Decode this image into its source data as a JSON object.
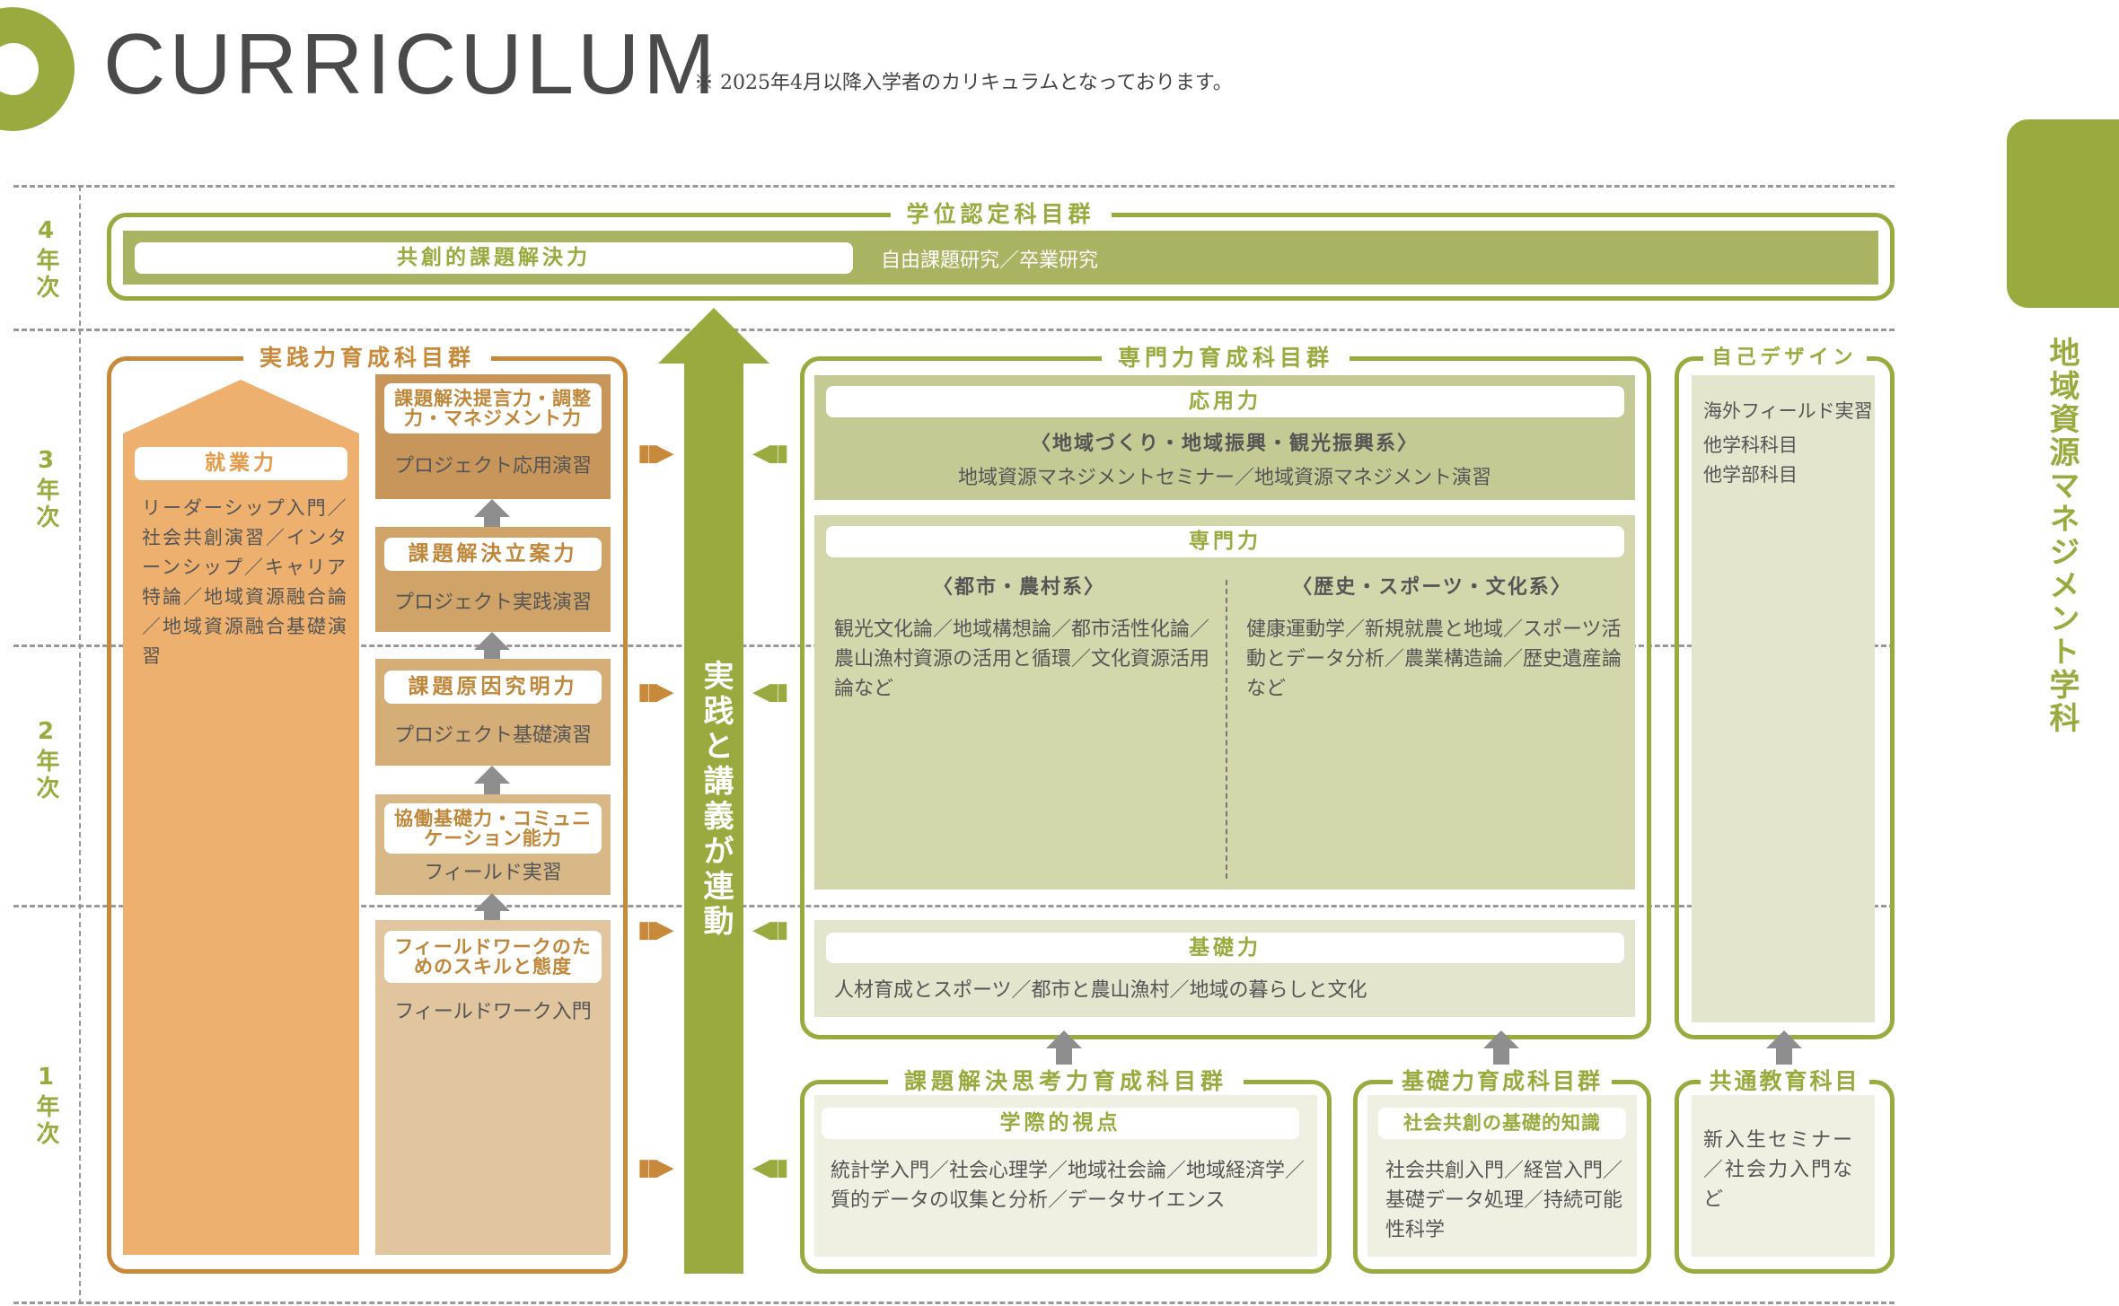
{
  "header": {
    "title": "CURRICULUM",
    "note": "※ 2025年4月以降入学者のカリキュラムとなっております。"
  },
  "department": "地域資源マネジメント学科",
  "years": [
    "4年次",
    "3年次",
    "2年次",
    "1年次"
  ],
  "colors": {
    "green": "#9AAA3E",
    "orange": "#C8893A",
    "grey_arrow": "#8E8E8E"
  },
  "degree": {
    "title": "学位認定科目群",
    "label": "共創的課題解決力",
    "courses": "自由課題研究／卒業研究"
  },
  "practical": {
    "title": "実践力育成科目群",
    "employability": {
      "label": "就業力",
      "courses": "リーダーシップ入門／社会共創演習／インターンシップ／キャリア特論／地域資源融合論／地域資源融合基礎演習"
    },
    "steps": [
      {
        "label": "課題解決提言力・調整力・マネジメント力",
        "course": "プロジェクト応用演習"
      },
      {
        "label": "課題解決立案力",
        "course": "プロジェクト実践演習"
      },
      {
        "label": "課題原因究明力",
        "course": "プロジェクト基礎演習"
      },
      {
        "label": "協働基礎力・コミュニケーション能力",
        "course": "フィールド実習"
      },
      {
        "label": "フィールドワークのためのスキルと態度",
        "course": "フィールドワーク入門"
      }
    ]
  },
  "link_arrow": "実践と講義が連動",
  "specialized": {
    "title": "専門力育成科目群",
    "applied": {
      "label": "応用力",
      "sub": "〈地域づくり・地域振興・観光振興系〉",
      "courses": "地域資源マネジメントセミナー／地域資源マネジメント演習"
    },
    "expert": {
      "label": "専門力",
      "left": {
        "sub": "〈都市・農村系〉",
        "courses": "観光文化論／地域構想論／都市活性化論／農山漁村資源の活用と循環／文化資源活用論など"
      },
      "right": {
        "sub": "〈歴史・スポーツ・文化系〉",
        "courses": "健康運動学／新規就農と地域／スポーツ活動とデータ分析／農業構造論／歴史遺産論など"
      }
    },
    "basic": {
      "label": "基礎力",
      "courses": "人材育成とスポーツ／都市と農山漁村／地域の暮らしと文化"
    }
  },
  "self_design": {
    "title": "自己デザイン",
    "items": [
      "海外フィールド実習",
      "他学科科目",
      "他学部科目"
    ]
  },
  "problem_solving": {
    "title": "課題解決思考力育成科目群",
    "label": "学際的視点",
    "courses": "統計学入門／社会心理学／地域社会論／地域経済学／質的データの収集と分析／データサイエンス"
  },
  "foundation": {
    "title": "基礎力育成科目群",
    "label": "社会共創の基礎的知識",
    "courses": "社会共創入門／経営入門／基礎データ処理／持続可能性科学"
  },
  "common": {
    "title": "共通教育科目",
    "courses": "新入生セミナー／社会力入門など"
  }
}
